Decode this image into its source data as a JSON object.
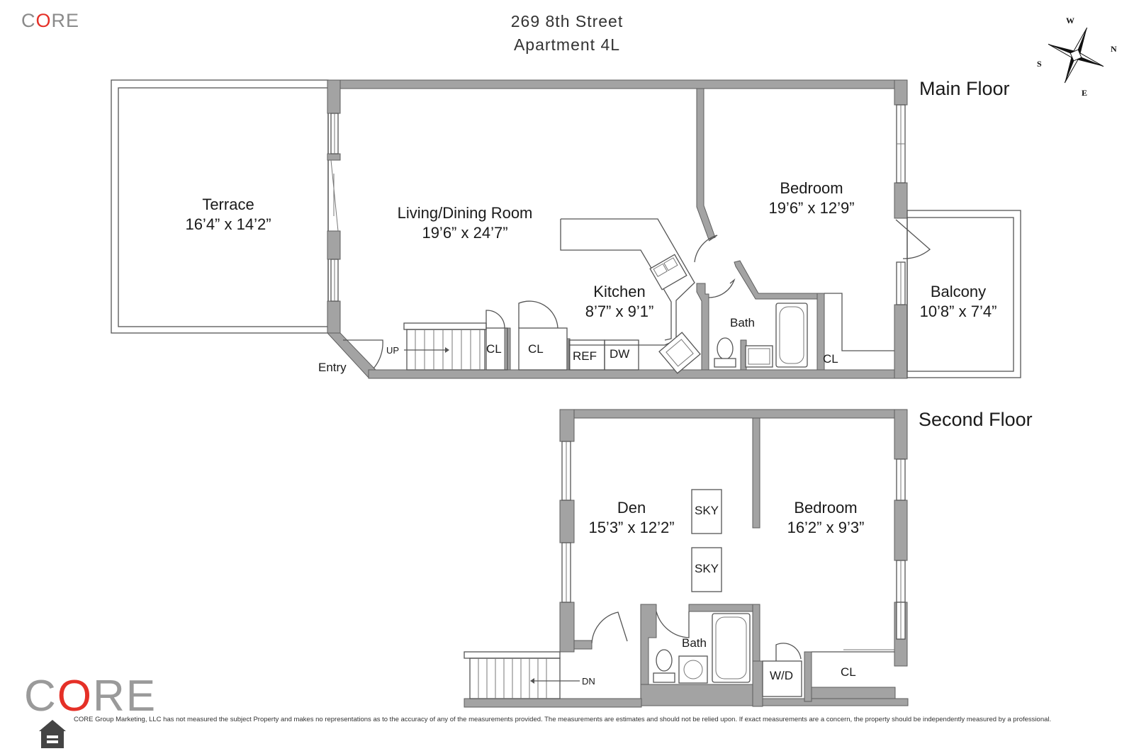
{
  "logo": {
    "c": "C",
    "o": "O",
    "re": "RE"
  },
  "address": {
    "line1": "269 8th Street",
    "line2": "Apartment 4L"
  },
  "compass": {
    "w": "W",
    "n": "N",
    "s": "S",
    "e": "E"
  },
  "main_floor": {
    "heading": "Main Floor",
    "terrace": {
      "name": "Terrace",
      "dims": "16’4”  x 14’2”"
    },
    "living": {
      "name": "Living/Dining Room",
      "dims": "19’6” x 24’7”"
    },
    "kitchen": {
      "name": "Kitchen",
      "dims": "8’7” x 9’1”"
    },
    "bedroom": {
      "name": "Bedroom",
      "dims": "19’6” x 12’9”"
    },
    "balcony": {
      "name": "Balcony",
      "dims": "10’8” x 7’4”"
    },
    "bath": "Bath",
    "closet1": "CL",
    "closet2": "CL",
    "closet3": "CL",
    "ref": "REF",
    "dw": "DW",
    "up": "UP",
    "entry": "Entry"
  },
  "second_floor": {
    "heading": "Second Floor",
    "den": {
      "name": "Den",
      "dims": "15’3” x 12’2”"
    },
    "bedroom": {
      "name": "Bedroom",
      "dims": "16’2” x  9’3”"
    },
    "sky1": "SKY",
    "sky2": "SKY",
    "bath": "Bath",
    "wd": "W/D",
    "closet": "CL",
    "dn": "DN"
  },
  "disclaimer": "CORE Group Marketing, LLC has not measured the subject Property and makes no representations as to the accuracy of any of the measurements provided. The measurements are estimates and should not be relied upon. If exact measurements are a concern, the property should be independently measured by a professional.",
  "colors": {
    "wall": "#a3a3a3",
    "wall_edge": "#6f6f6f",
    "logo_accent": "#e53027",
    "logo_gray": "#9a9a9a"
  }
}
